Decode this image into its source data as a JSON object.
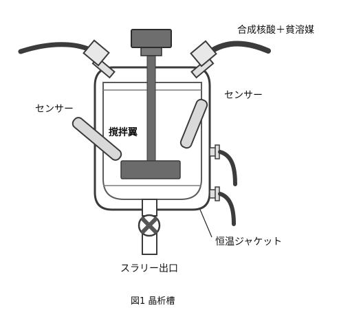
{
  "labels": {
    "feed": "合成核酸＋貧溶媒",
    "sensor_left": "センサー",
    "sensor_right": "センサー",
    "impeller": "撹拌翼",
    "jacket": "恒温ジャケット",
    "outlet": "スラリー出口"
  },
  "caption": "図1 晶析槽",
  "colors": {
    "vessel_line": "#3a3a3a",
    "impeller_fill": "#6b6b6b",
    "motor_fill": "#6e6e6e",
    "sensor_fill": "#d9d9d9",
    "pipe_stroke": "#3c3c3c",
    "background": "#ffffff"
  }
}
